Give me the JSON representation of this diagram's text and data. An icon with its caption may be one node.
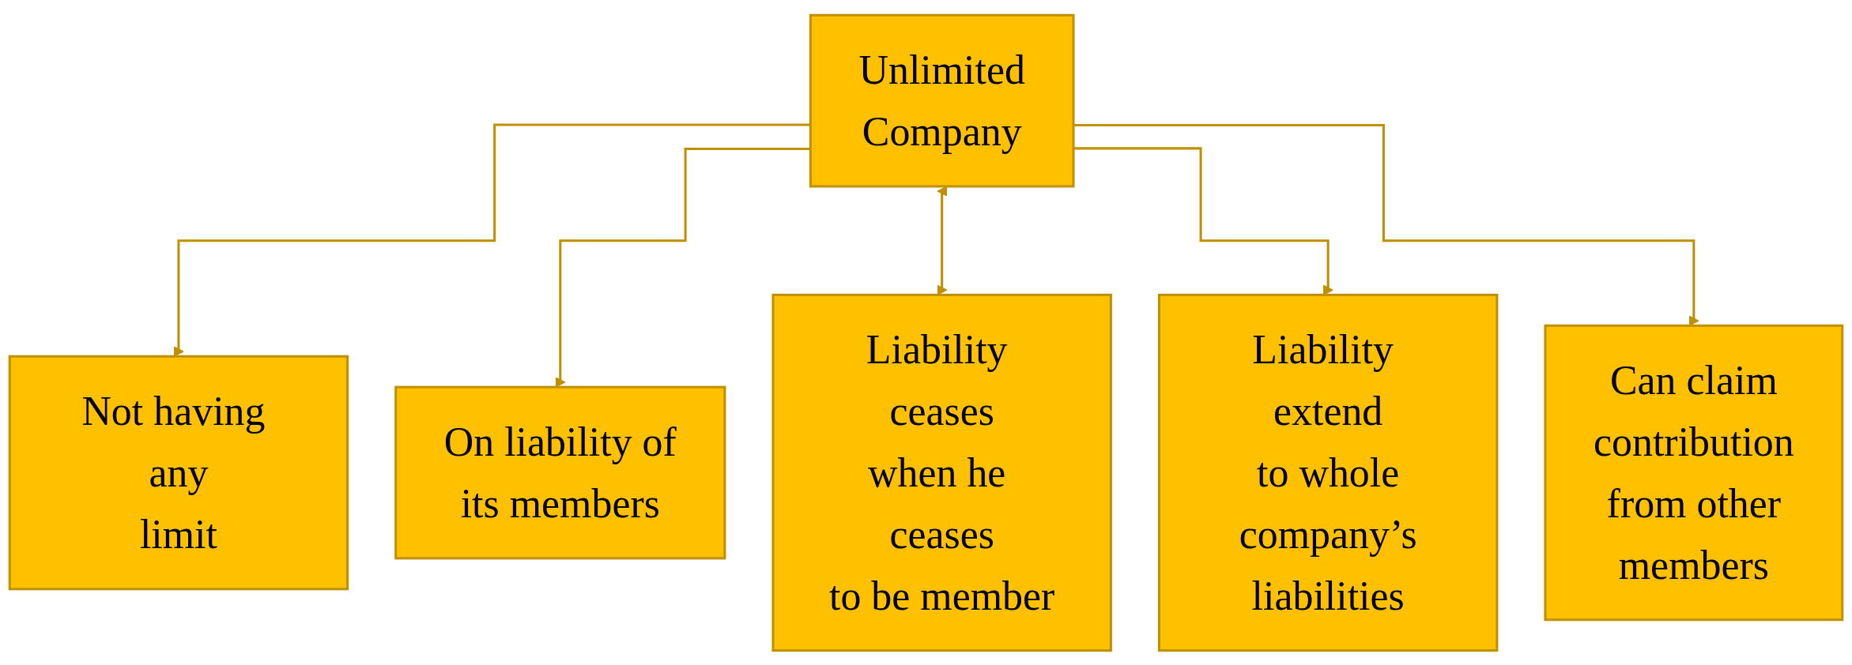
{
  "diagram": {
    "nodes": [
      {
        "text": [
          "Unlimited Company"
        ]
      },
      {
        "text": [
          "Not having any limit"
        ]
      },
      {
        "text": [
          "On liability of its members"
        ]
      },
      {
        "text": [
          "Liability ceases when he ceases to be member"
        ]
      },
      {
        "text": [
          "Liability extend to whole company’s liabilities"
        ]
      },
      {
        "text": [
          "Can claim contribution from other members"
        ]
      }
    ],
    "edges": [
      {
        "from": 0,
        "to": 1,
        "arrow": "to"
      },
      {
        "from": 0,
        "to": 2,
        "arrow": "to"
      },
      {
        "from": 0,
        "to": 3,
        "arrow": "both"
      },
      {
        "from": 0,
        "to": 4,
        "arrow": "to"
      },
      {
        "from": 0,
        "to": 5,
        "arrow": "to"
      }
    ]
  }
}
